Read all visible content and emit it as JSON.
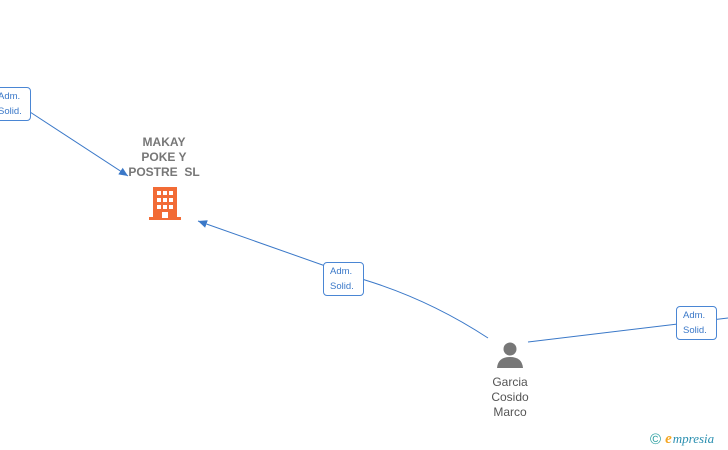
{
  "company": {
    "name_lines": [
      "MAKAY",
      "POKE Y",
      "POSTRE  SL"
    ],
    "icon": "building-icon",
    "color": "#f26b35"
  },
  "person": {
    "name_lines": [
      "Garcia",
      "Cosido",
      "Marco"
    ],
    "icon": "person-icon",
    "color": "#777777"
  },
  "relations": [
    {
      "id": "rel-left",
      "lines": [
        "Adm.",
        "Solid."
      ]
    },
    {
      "id": "rel-center",
      "lines": [
        "Adm.",
        "Solid."
      ]
    },
    {
      "id": "rel-right",
      "lines": [
        "Adm.",
        "Solid."
      ]
    }
  ],
  "edge_color": "#3a78c8",
  "brand": {
    "symbol": "©",
    "e": "e",
    "rest": "mpresia"
  }
}
